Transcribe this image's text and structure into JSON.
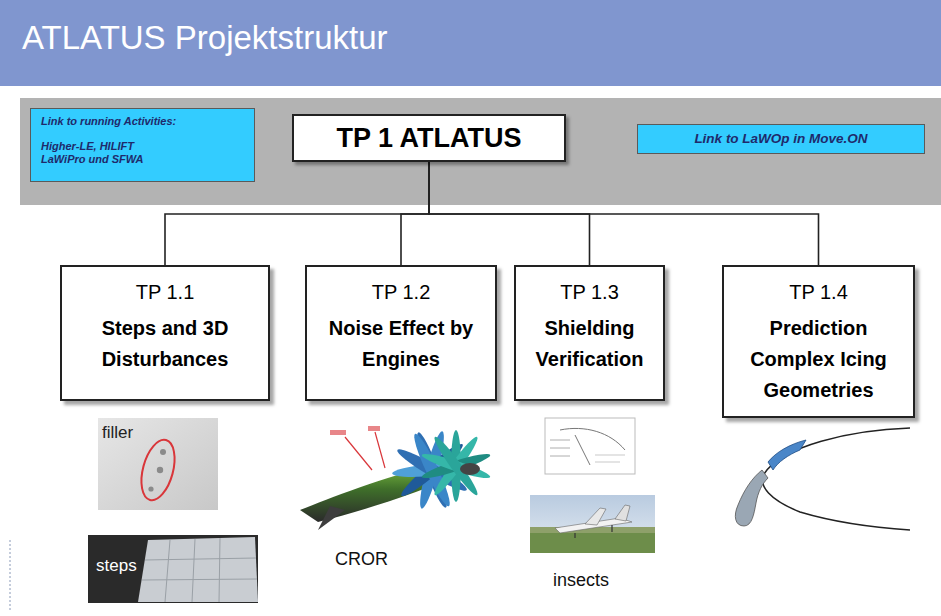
{
  "diagram": {
    "title": "ATLATUS Projektstruktur",
    "nodes": [
      {
        "text": [
          "Link to running Activities:",
          "Higher-LE, HILIFT LaWiPro und SFWA"
        ]
      },
      {
        "text": [
          "TP 1 ATLATUS"
        ]
      },
      {
        "text": [
          "Link to LaWOp in Move.ON"
        ]
      },
      {
        "text": [
          "TP 1.1",
          "Steps and 3D Disturbances"
        ]
      },
      {
        "text": [
          "TP 1.2",
          "Noise Effect by Engines"
        ]
      },
      {
        "text": [
          "TP 1.3",
          "Shielding Verification"
        ]
      },
      {
        "text": [
          "TP 1.4",
          "Prediction Complex Icing Geometries"
        ]
      }
    ],
    "edges": [
      {
        "from": 1,
        "to": 3,
        "arrow": "none"
      },
      {
        "from": 1,
        "to": 4,
        "arrow": "none"
      },
      {
        "from": 1,
        "to": 5,
        "arrow": "none"
      },
      {
        "from": 1,
        "to": 6,
        "arrow": "none"
      }
    ],
    "labels": [
      "filler",
      "steps",
      "CROR",
      "insects"
    ]
  }
}
